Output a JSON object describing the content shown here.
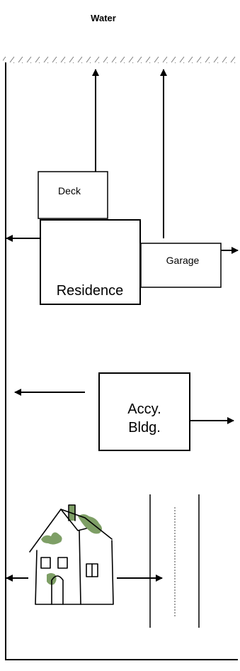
{
  "title": "Water",
  "labels": {
    "deck": "Deck",
    "garage": "Garage",
    "residence": "Residence",
    "accessory_line1": "Accy.",
    "accessory_line2": "Bldg."
  }
}
